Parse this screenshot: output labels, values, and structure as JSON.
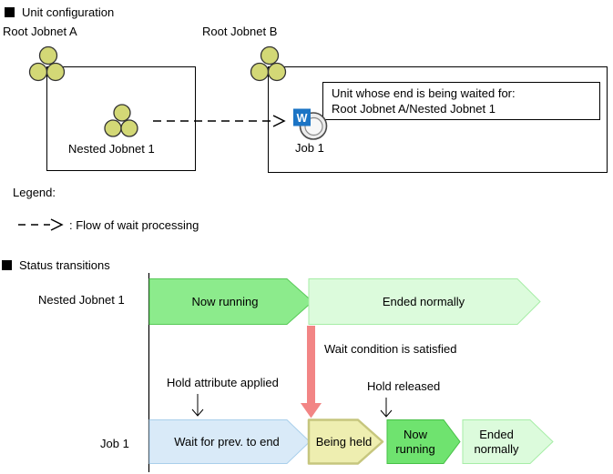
{
  "unit_configuration": {
    "heading": "Unit configuration",
    "root_jobnet_a_label": "Root Jobnet A",
    "root_jobnet_b_label": "Root Jobnet B",
    "nested_jobnet_label": "Nested Jobnet 1",
    "job_label": "Job 1",
    "job_badge": "W",
    "callout_line1": "Unit whose end is being waited for:",
    "callout_line2": "Root Jobnet A/Nested Jobnet 1"
  },
  "legend": {
    "title": "Legend:",
    "wait_flow_label": ": Flow of wait processing"
  },
  "status_transitions": {
    "heading": "Status transitions",
    "row1_label": "Nested Jobnet 1",
    "row2_label": "Job 1",
    "annotation_wait_satisfied": "Wait condition is satisfied",
    "annotation_hold_applied": "Hold attribute applied",
    "annotation_hold_released": "Hold released",
    "segments_row1": [
      {
        "label": "Now running"
      },
      {
        "label": "Ended normally"
      }
    ],
    "segments_row2": [
      {
        "label": "Wait for prev. to end"
      },
      {
        "label": "Being held"
      },
      {
        "label": "Now running",
        "line1": "Now",
        "line2": "running"
      },
      {
        "label": "Ended normally",
        "line1": "Ended",
        "line2": "normally"
      }
    ]
  },
  "colors": {
    "now_running_jobnet_fill": "#8ceb8c",
    "now_running_jobnet_border": "#57c957",
    "ended_normally_fill": "#dcfbdc",
    "ended_normally_border": "#a6eda6",
    "wait_prev_fill": "#d9eaf8",
    "wait_prev_border": "#a9cfeb",
    "being_held_fill": "#eeeeb0",
    "being_held_border": "#c6c67e",
    "now_running_job_fill": "#6fe36f",
    "now_running_job_border": "#46c046",
    "wait_arrow": "#f28585",
    "jobnet_icon_fill": "#d3d876",
    "jobnet_icon_border": "#333333",
    "job_badge_bg": "#1b74c5",
    "job_badge_fg": "#ffffff"
  }
}
